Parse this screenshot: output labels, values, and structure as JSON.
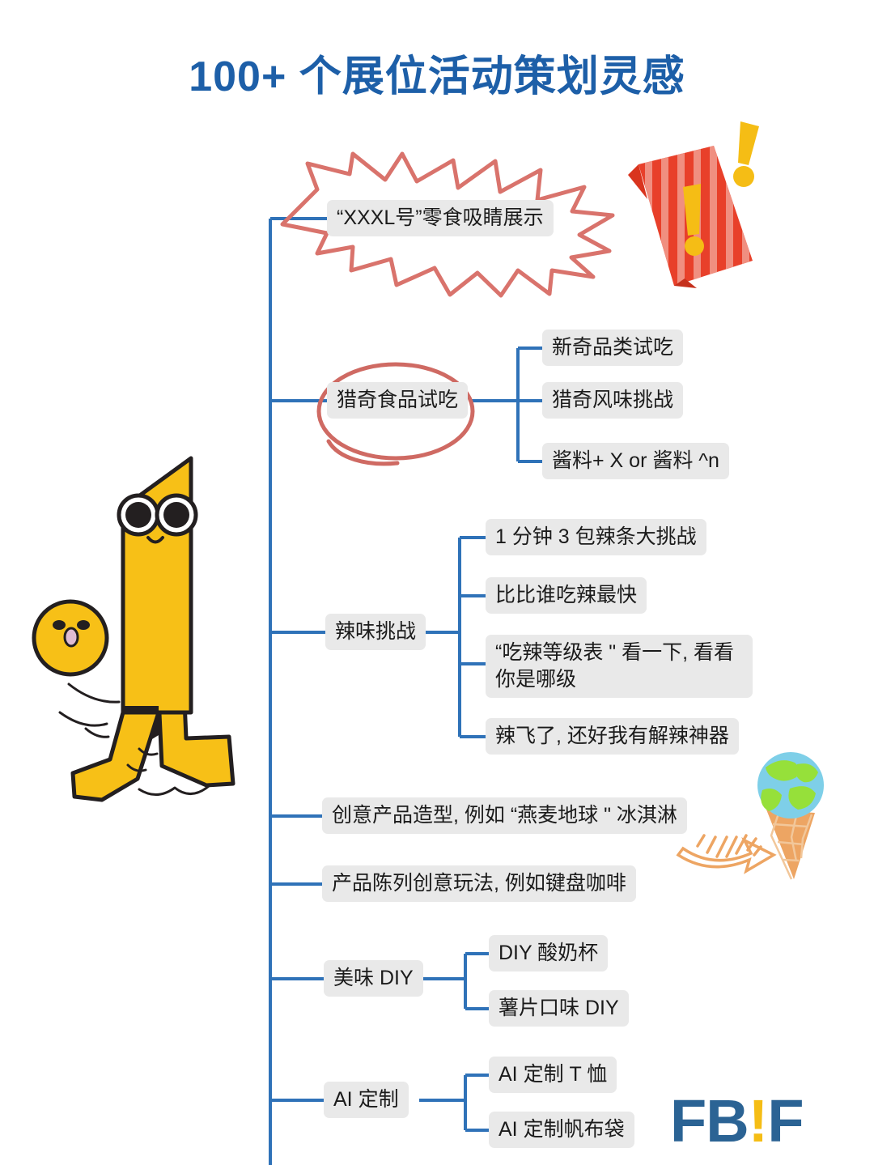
{
  "page": {
    "title": "100+ 个展位活动策划灵感",
    "title_color": "#1d5fa8",
    "background": "#ffffff"
  },
  "logo": {
    "part1": "FB",
    "bang": "!",
    "part2": "F",
    "blue": "#2b6394",
    "yellow": "#f5bd15"
  },
  "colors": {
    "branch_line": "#2f72b8",
    "chip_bg": "#e9e9e9",
    "chip_text": "#1b1b1b",
    "annotation_red": "#d9736c",
    "mascot_yellow": "#f7c017",
    "snack_red": "#e8402a",
    "cone_orange": "#e89b54",
    "globe_blue": "#7ecfe8",
    "globe_green": "#96e03a"
  },
  "mindmap": {
    "branches": [
      {
        "id": "xxxl",
        "label": "“XXXL号”零食吸睛展示",
        "decoration": "starburst",
        "children": []
      },
      {
        "id": "curious-food",
        "label": "猎奇食品试吃",
        "decoration": "red-ellipse",
        "children": [
          {
            "label": "新奇品类试吃"
          },
          {
            "label": "猎奇风味挑战"
          },
          {
            "label": "酱料+ X or 酱料 ^n"
          }
        ]
      },
      {
        "id": "spicy-challenge",
        "label": "辣味挑战",
        "decoration": "none",
        "children": [
          {
            "label": "1 分钟 3 包辣条大挑战"
          },
          {
            "label": "比比谁吃辣最快"
          },
          {
            "label": "“吃辣等级表 \" 看一下, 看看你是哪级"
          },
          {
            "label": "辣飞了, 还好我有解辣神器"
          }
        ]
      },
      {
        "id": "creative-shape",
        "label": "创意产品造型, 例如 “燕麦地球 \" 冰淇淋",
        "decoration": "none",
        "children": []
      },
      {
        "id": "creative-display",
        "label": "产品陈列创意玩法, 例如键盘咖啡",
        "decoration": "none",
        "children": []
      },
      {
        "id": "tasty-diy",
        "label": "美味 DIY",
        "decoration": "none",
        "children": [
          {
            "label": "DIY 酸奶杯"
          },
          {
            "label": "薯片口味 DIY"
          }
        ]
      },
      {
        "id": "ai-custom",
        "label": "AI 定制",
        "decoration": "none",
        "children": [
          {
            "label": "AI 定制 T 恤"
          },
          {
            "label": "AI 定制帆布袋"
          }
        ]
      }
    ]
  },
  "illustrations": [
    {
      "name": "walking-mascot",
      "description": "黄色走路角色"
    },
    {
      "name": "snack-bag",
      "description": "红色条纹零食包装袋"
    },
    {
      "name": "exclamation-mark",
      "description": "黄色感叹号"
    },
    {
      "name": "earth-ice-cream",
      "description": "地球冰淇淋甜筒"
    },
    {
      "name": "hand-drawn-arrow",
      "description": "手绘箭头"
    }
  ]
}
